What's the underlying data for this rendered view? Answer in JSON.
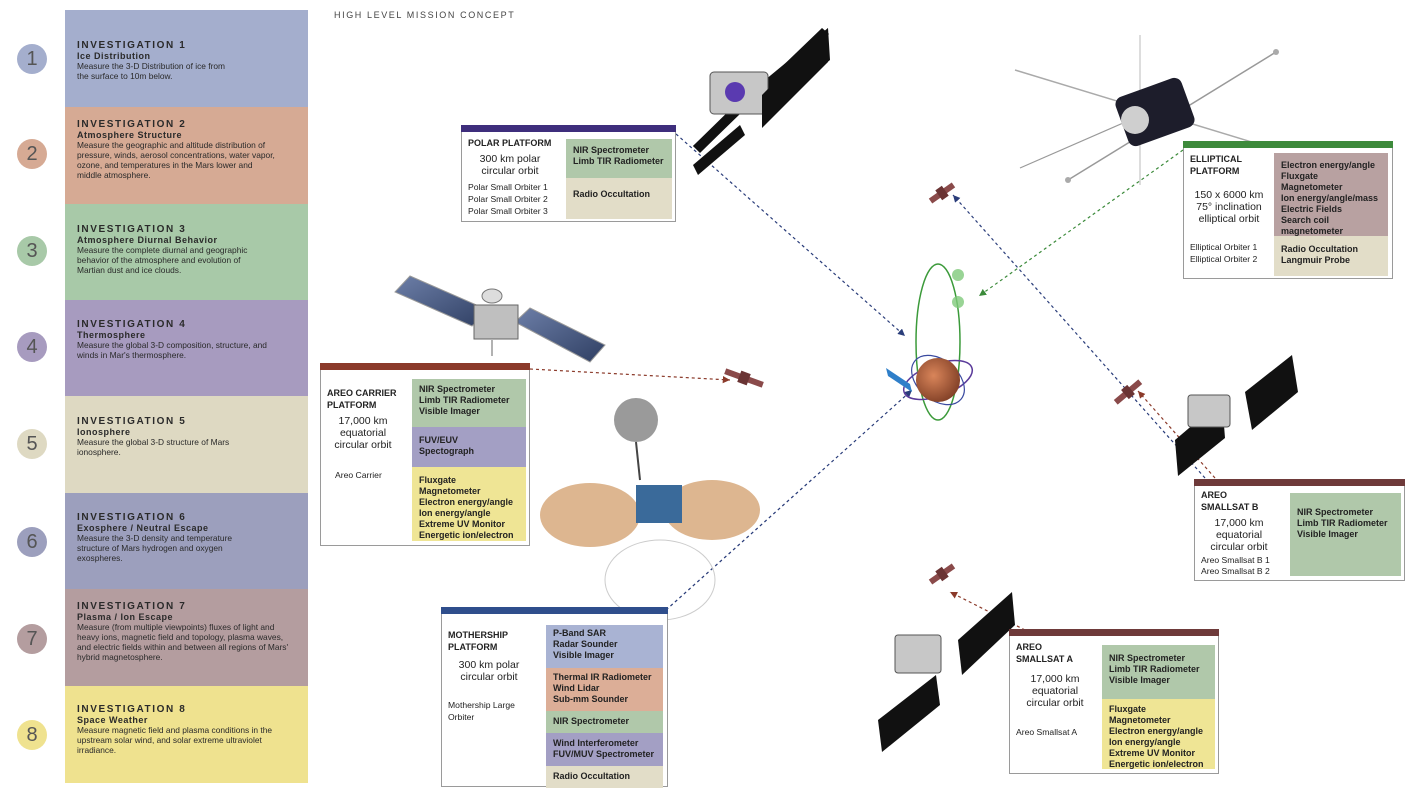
{
  "mission_title": "HIGH LEVEL MISSION CONCEPT",
  "colors": {
    "inv1": "#a4aecd",
    "inv2": "#d6aa94",
    "inv3": "#a8c9a8",
    "inv4": "#a79bbf",
    "inv5": "#ded9c2",
    "inv6": "#9c9fbd",
    "inv7": "#b49d9f",
    "inv8": "#efe28f",
    "polar_bar": "#3e2e7c",
    "elliptical_bar": "#3d8a3b",
    "areo_bar": "#8b3a2a",
    "mothership_bar": "#2f4e8c",
    "smallsat_bar": "#6e3a3a",
    "inst_green": "#b0c8aa",
    "inst_tan": "#e2ddc8",
    "inst_purple": "#a39fc4",
    "inst_yellow": "#efe595",
    "inst_mauve": "#b8a1a1",
    "inst_blue": "#a9b3d3",
    "inst_salmon": "#dcae97"
  },
  "investigations": [
    {
      "num": "1",
      "title": "INVESTIGATION 1",
      "subtitle": "Ice Distribution",
      "desc": "Measure the 3-D Distribution of ice from\nthe surface to 10m below."
    },
    {
      "num": "2",
      "title": "INVESTIGATION 2",
      "subtitle": "Atmosphere Structure",
      "desc": "Measure the geographic and altitude distribution of\npressure, winds, aerosol concentrations, water vapor,\nozone, and temperatures in the Mars lower and\nmiddle atmosphere."
    },
    {
      "num": "3",
      "title": "INVESTIGATION 3",
      "subtitle": "Atmosphere Diurnal Behavior",
      "desc": "Measure the complete diurnal and geographic\nbehavior of the atmosphere and evolution of\nMartian dust and ice clouds."
    },
    {
      "num": "4",
      "title": "INVESTIGATION 4",
      "subtitle": "Thermosphere",
      "desc": "Measure the global 3-D composition, structure, and\nwinds in Mar's thermosphere."
    },
    {
      "num": "5",
      "title": "INVESTIGATION 5",
      "subtitle": "Ionosphere",
      "desc": "Measure the global 3-D structure of Mars\nionosphere."
    },
    {
      "num": "6",
      "title": "INVESTIGATION 6",
      "subtitle": "Exosphere / Neutral Escape",
      "desc": "Measure the 3-D density and temperature\nstructure of Mars hydrogen and oxygen\nexospheres."
    },
    {
      "num": "7",
      "title": "INVESTIGATION 7",
      "subtitle": "Plasma / Ion Escape",
      "desc": "Measure (from multiple viewpoints) fluxes of light and\nheavy ions, magnetic field and topology, plasma waves,\nand electric fields within and between all regions of Mars'\nhybrid magnetosphere."
    },
    {
      "num": "8",
      "title": "INVESTIGATION 8",
      "subtitle": "Space Weather",
      "desc": "Measure magnetic field and plasma conditions in the\nupstream solar wind, and solar extreme ultraviolet\nirradiance."
    }
  ],
  "platforms": {
    "polar": {
      "name": "POLAR PLATFORM",
      "orbit": "300 km polar\ncircular orbit",
      "craft": "Polar Small Orbiter 1\nPolar Small Orbiter 2\nPolar Small Orbiter 3",
      "instruments": [
        "NIR Spectrometer\nLimb TIR Radiometer",
        "Radio Occultation"
      ]
    },
    "elliptical": {
      "name": "ELLIPTICAL\nPLATFORM",
      "orbit": "150 x 6000 km\n75° inclination\nelliptical orbit",
      "craft": "Elliptical Orbiter 1\nElliptical Orbiter 2",
      "instruments": [
        "Electron energy/angle\nFluxgate Magnetometer\nIon energy/angle/mass\nElectric Fields\nSearch coil\nmagnetometer",
        "Radio Occultation\nLangmuir Probe"
      ]
    },
    "areo_carrier": {
      "name": "AREO CARRIER\nPLATFORM",
      "orbit": "17,000 km\nequatorial\ncircular orbit",
      "craft": "Areo Carrier",
      "instruments": [
        "NIR Spectrometer\nLimb TIR Radiometer\nVisible Imager",
        "FUV/EUV\nSpectograph",
        "Fluxgate Magnetometer\nElectron energy/angle\nIon energy/angle\nExtreme UV Monitor\nEnergetic ion/electron"
      ]
    },
    "smallsat_b": {
      "name": "AREO\nSMALLSAT B",
      "orbit": "17,000 km\nequatorial\ncircular orbit",
      "craft": "Areo Smallsat B 1\nAreo Smallsat B 2",
      "instruments": [
        "NIR Spectrometer\nLimb TIR Radiometer\nVisible Imager"
      ]
    },
    "mothership": {
      "name": "MOTHERSHIP\nPLATFORM",
      "orbit": "300 km polar\ncircular orbit",
      "craft": "Mothership Large\nOrbiter",
      "instruments": [
        "P-Band SAR\nRadar Sounder\nVisible Imager",
        "Thermal IR Radiometer\nWind Lidar\nSub-mm Sounder",
        "NIR Spectrometer",
        "Wind Interferometer\nFUV/MUV Spectrometer",
        "Radio Occultation"
      ]
    },
    "smallsat_a": {
      "name": "AREO\nSMALLSAT A",
      "orbit": "17,000 km\nequatorial\ncircular orbit",
      "craft": "Areo Smallsat A",
      "instruments": [
        "NIR Spectrometer\nLimb TIR Radiometer\nVisible Imager",
        "Fluxgate Magnetometer\nElectron energy/angle\nIon energy/angle\nExtreme UV Monitor\nEnergetic ion/electron"
      ]
    }
  }
}
